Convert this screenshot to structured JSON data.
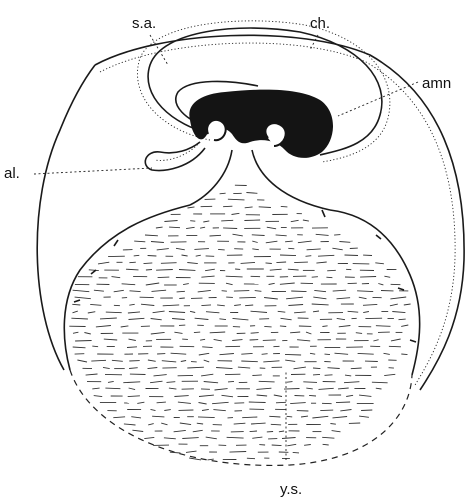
{
  "figure": {
    "labels": {
      "sa": "s.a.",
      "ch": "ch.",
      "amn": "amn",
      "al": "al.",
      "ys": "y.s."
    }
  },
  "colors": {
    "ink": "#1a1a1a",
    "embryo": "#141414",
    "background": "#ffffff"
  }
}
